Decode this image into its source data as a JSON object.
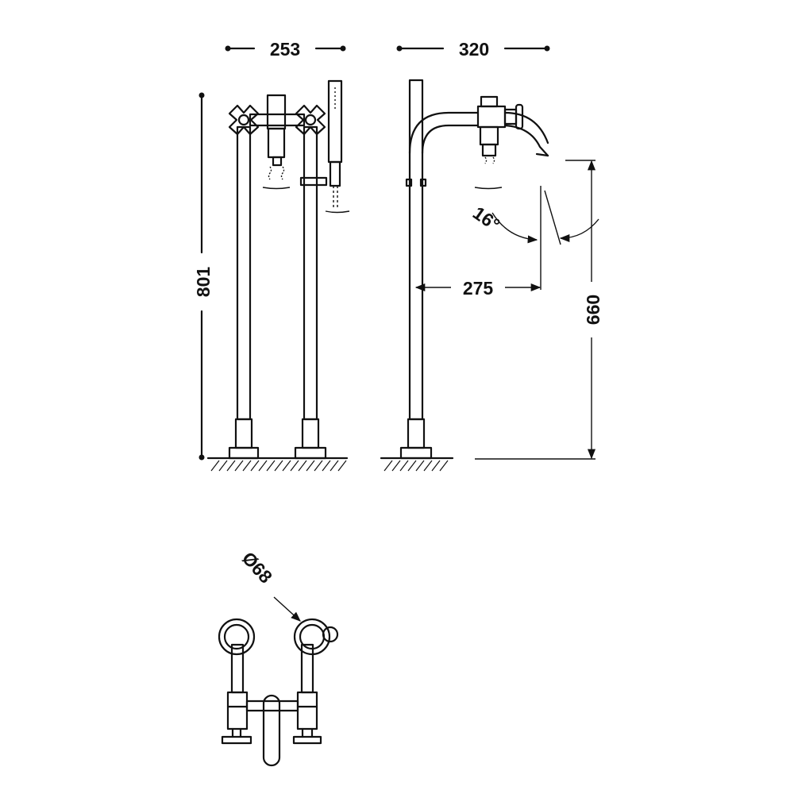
{
  "drawing": {
    "dimensions": {
      "front_width": "253",
      "side_width": "320",
      "total_height": "801",
      "spout_reach": "275",
      "spout_height": "660",
      "spout_angle": "16°",
      "base_diameter": "Ø68"
    }
  }
}
